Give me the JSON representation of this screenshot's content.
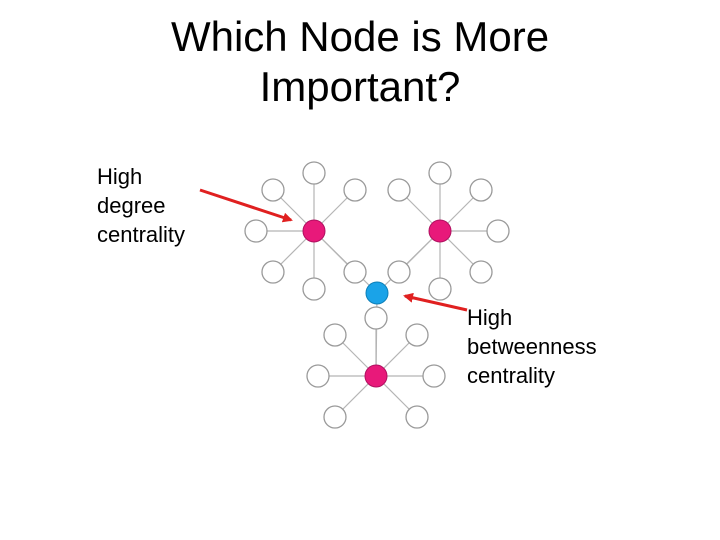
{
  "slide": {
    "title_lines": [
      "Which Node is More",
      "Important?"
    ],
    "label_degree": [
      "High",
      "degree",
      "centrality"
    ],
    "label_betweenness": [
      "High",
      "betweenness",
      "centrality"
    ]
  },
  "colors": {
    "hub": "#e8197a",
    "bridge": "#1aa3e8",
    "leaf_fill": "#ffffff",
    "leaf_stroke": "#9a9a9a",
    "edge": "#b5b5b5",
    "arrow": "#e02020",
    "text": "#000000"
  }
}
